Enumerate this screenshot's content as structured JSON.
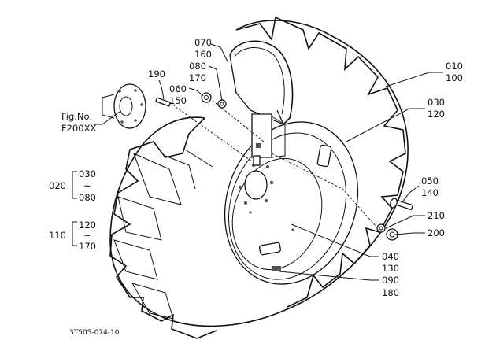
{
  "diagram": {
    "fig_ref_label_1": "Fig.No.",
    "fig_ref_label_2": "F200XX",
    "drawing_code": "3T505-074-10",
    "callouts": {
      "c010": "010",
      "c100": "100",
      "c030": "030",
      "c120": "120",
      "c050": "050",
      "c140": "140",
      "c210": "210",
      "c200": "200",
      "c040": "040",
      "c130": "130",
      "c090": "090",
      "c180": "180",
      "c070": "070",
      "c160": "160",
      "c080": "080",
      "c170": "170",
      "c060": "060",
      "c150": "150",
      "c190": "190"
    },
    "group_a": {
      "label": "020",
      "from": "030",
      "tilde": "~",
      "to": "080"
    },
    "group_b": {
      "label": "110",
      "from": "120",
      "tilde": "~",
      "to": "170"
    }
  }
}
